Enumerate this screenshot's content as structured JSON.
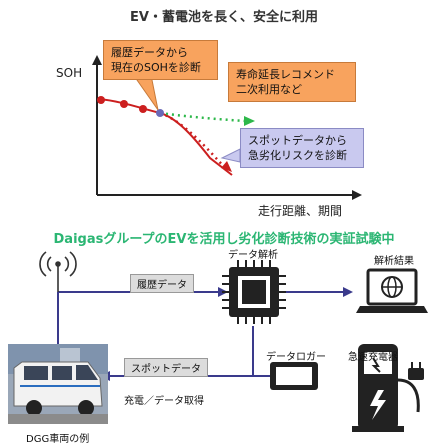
{
  "top": {
    "title": "EV・蓄電池を長く、安全に利用",
    "y_label": "SOH",
    "x_label": "走行距離、期間",
    "callout_history": [
      "履歴データから",
      "現在のSOHを診断"
    ],
    "callout_life": [
      "寿命延長レコメンド",
      "二次利用など"
    ],
    "callout_spot": [
      "スポットデータから",
      "急劣化リスクを診断"
    ]
  },
  "bottom": {
    "title": "DaigasグループのEVを活用し劣化診断技術の実証試験中",
    "tag_history": "履歴データ",
    "tag_spot": "スポットデータ",
    "label_analysis": "データ解析",
    "label_result": "解析結果",
    "label_logger": "データロガー",
    "label_charger": "急速充電器",
    "label_charge_acquire": "充電／データ取得",
    "label_vehicle": "DGG車両の例"
  },
  "colors": {
    "section_title": "#2bb673",
    "line_blue": "#3a3a8c",
    "curve_red": "#cc1f1f",
    "curve_green": "#2db84a",
    "callout_orange": "#f8a35e",
    "callout_blue": "#c9c9ef"
  },
  "icons": [
    "antenna-icon",
    "chip-icon",
    "laptop-globe-icon",
    "phone-logger-icon",
    "charger-icon",
    "ev-van-icon"
  ]
}
